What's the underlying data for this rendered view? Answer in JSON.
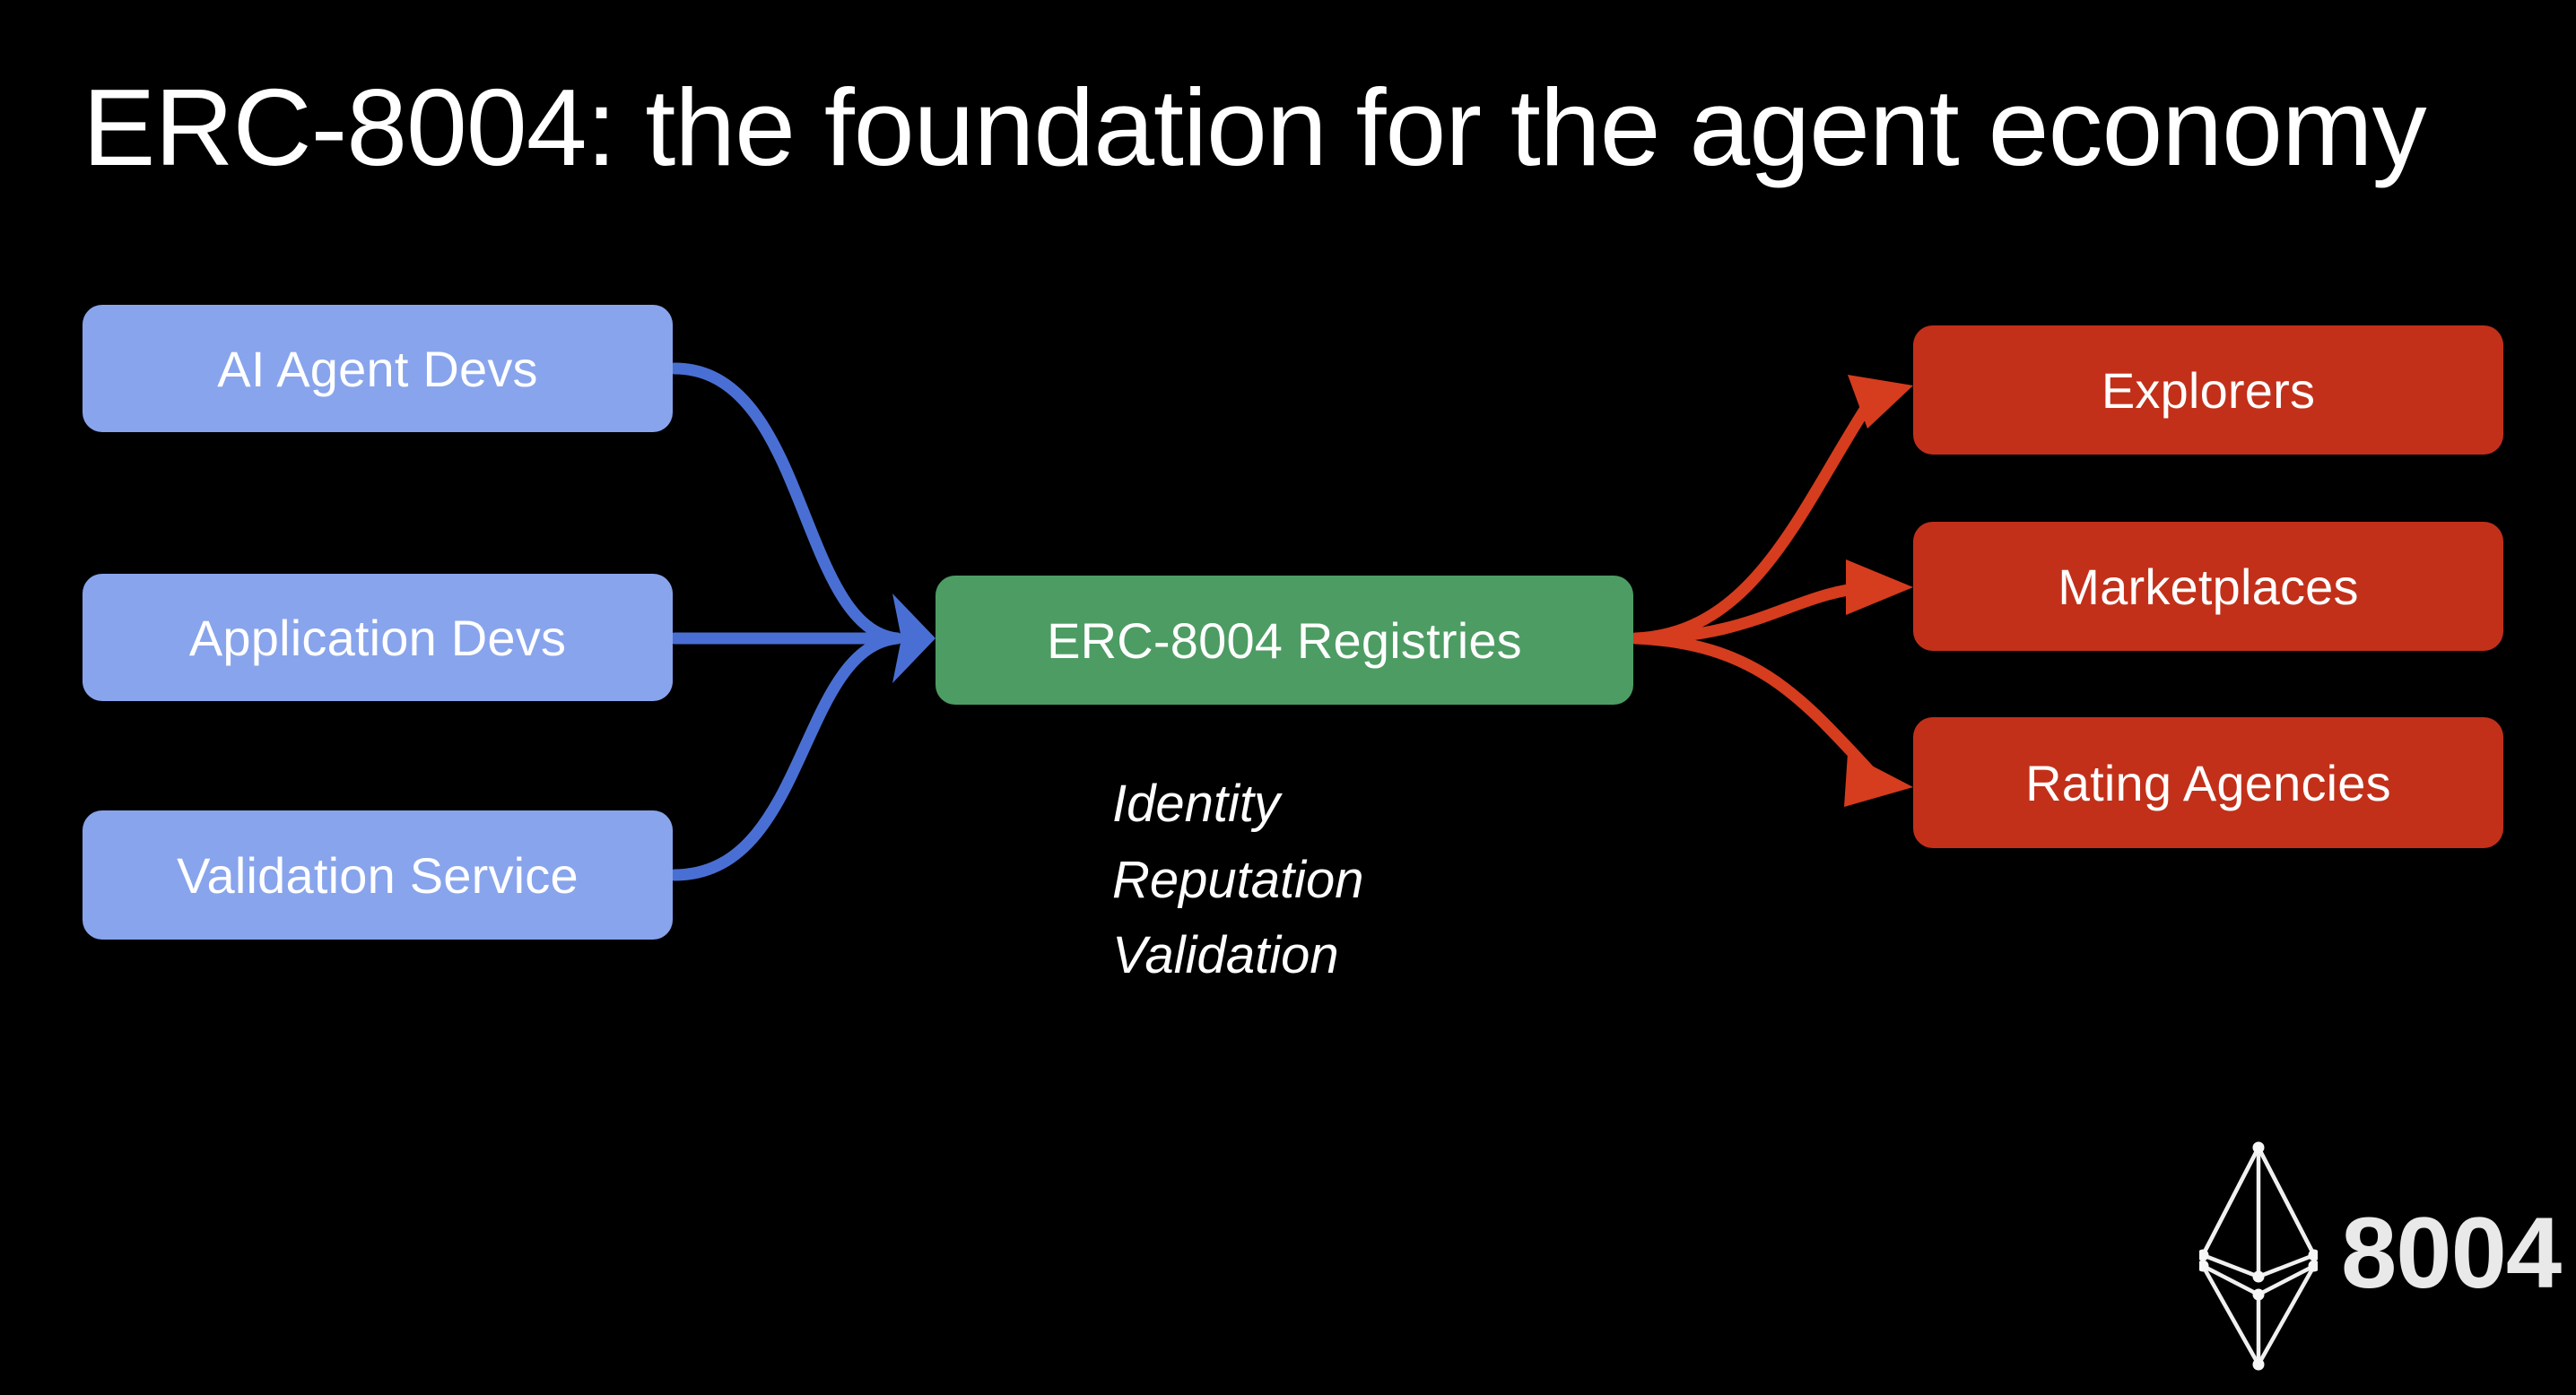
{
  "slide": {
    "background_color": "#000000",
    "title": "ERC-8004: the foundation for the agent economy"
  },
  "palette": {
    "blue": "#88a4ec",
    "green": "#4d9c63",
    "red": "#c2301a",
    "arrow_blue": "#4a6fd4",
    "arrow_red": "#d63c1e",
    "text_white": "#ffffff"
  },
  "diagram": {
    "inputs": [
      {
        "label": "AI Agent Devs"
      },
      {
        "label": "Application Devs"
      },
      {
        "label": "Validation Service"
      }
    ],
    "hub": {
      "label": "ERC-8004 Registries",
      "attributes": [
        "Identity",
        "Reputation",
        "Validation"
      ]
    },
    "outputs": [
      {
        "label": "Explorers"
      },
      {
        "label": "Marketplaces"
      },
      {
        "label": "Rating Agencies"
      }
    ]
  },
  "brand": {
    "logo_icon": "ethereum-wireframe-icon",
    "text": "8004"
  }
}
